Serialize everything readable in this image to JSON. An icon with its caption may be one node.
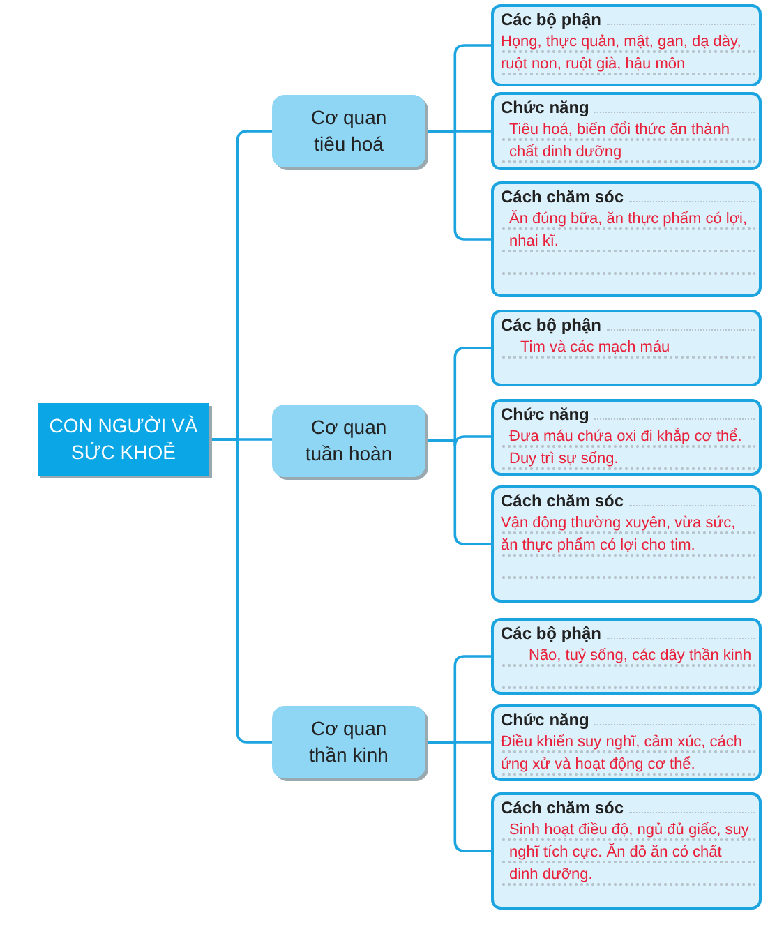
{
  "diagram": {
    "nodes": [
      {
        "text": [
          "CON NGƯỜI VÀ SỨC KHOẺ"
        ]
      },
      {
        "text": [
          "Cơ quan tiêu hoá"
        ]
      },
      {
        "text": [
          "Các bộ phận",
          "Họng, thực quản, mật, gan, dạ dày, ruột non, ruột già, hậu môn"
        ]
      },
      {
        "text": [
          "Chức năng",
          "Tiêu hoá, biến đổi thức ăn thành chất dinh dưỡng"
        ]
      },
      {
        "text": [
          "Cách chăm sóc",
          "Ăn đúng bữa, ăn thực phẩm có lợi, nhai kĩ."
        ]
      },
      {
        "text": [
          "Cơ quan tuần hoàn"
        ]
      },
      {
        "text": [
          "Các bộ phận",
          "Tim và các mạch máu"
        ]
      },
      {
        "text": [
          "Chức năng",
          "Đưa máu chứa oxi đi khắp cơ thể. Duy trì sự sống."
        ]
      },
      {
        "text": [
          "Cách chăm sóc",
          "Vận động thường xuyên, vừa sức, ăn thực phẩm có lợi cho tim."
        ]
      },
      {
        "text": [
          "Cơ quan thần kinh"
        ]
      },
      {
        "text": [
          "Các bộ phận",
          "Não, tuỷ sống, các dây thần kinh"
        ]
      },
      {
        "text": [
          "Chức năng",
          "Điều khiển suy nghĩ, cảm xúc, cách ứng xử và hoạt động cơ thể."
        ]
      },
      {
        "text": [
          "Cách chăm sóc",
          "Sinh hoạt điều độ, ngủ đủ giấc, suy nghĩ tích cực. Ăn đồ ăn có chất dinh dưỡng."
        ]
      }
    ],
    "edges": [
      {
        "from": 0,
        "to": 1,
        "arrow": "none"
      },
      {
        "from": 0,
        "to": 5,
        "arrow": "none"
      },
      {
        "from": 0,
        "to": 9,
        "arrow": "none"
      },
      {
        "from": 1,
        "to": 2,
        "arrow": "none"
      },
      {
        "from": 1,
        "to": 3,
        "arrow": "none"
      },
      {
        "from": 1,
        "to": 4,
        "arrow": "none"
      },
      {
        "from": 5,
        "to": 6,
        "arrow": "none"
      },
      {
        "from": 5,
        "to": 7,
        "arrow": "none"
      },
      {
        "from": 5,
        "to": 8,
        "arrow": "none"
      },
      {
        "from": 9,
        "to": 10,
        "arrow": "none"
      },
      {
        "from": 9,
        "to": 11,
        "arrow": "none"
      },
      {
        "from": 9,
        "to": 12,
        "arrow": "none"
      }
    ]
  }
}
